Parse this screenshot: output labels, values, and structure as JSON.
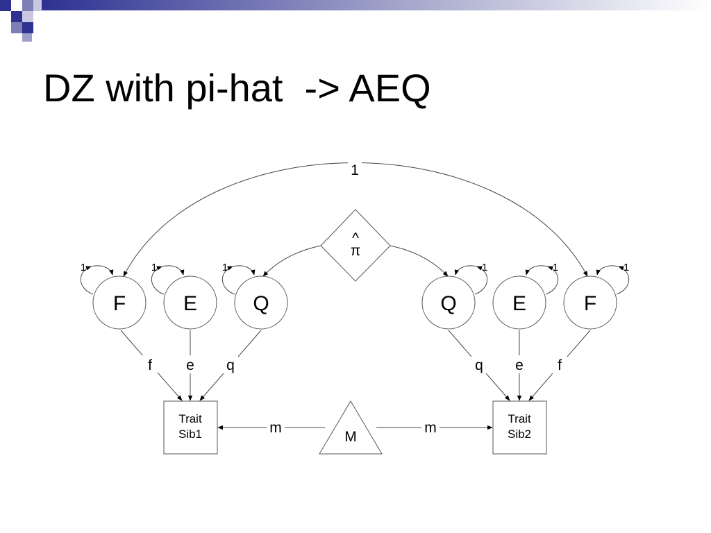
{
  "slide": {
    "title": "DZ with pi-hat  -> AEQ",
    "accent_color": "#2e3192"
  },
  "diagram": {
    "left": {
      "factors": [
        {
          "id": "F",
          "label": "F",
          "variance": "1",
          "path": "f"
        },
        {
          "id": "E",
          "label": "E",
          "variance": "1",
          "path": "e"
        },
        {
          "id": "Q",
          "label": "Q",
          "variance": "1",
          "path": "q"
        }
      ],
      "trait_line1": "Trait",
      "trait_line2": "Sib1",
      "mean_path": "m"
    },
    "right": {
      "factors": [
        {
          "id": "Q",
          "label": "Q",
          "variance": "1",
          "path": "q"
        },
        {
          "id": "E",
          "label": "E",
          "variance": "1",
          "path": "e"
        },
        {
          "id": "F",
          "label": "F",
          "variance": "1",
          "path": "f"
        }
      ],
      "trait_line1": "Trait",
      "trait_line2": "Sib2",
      "mean_path": "m"
    },
    "f_correlation": "1",
    "pihat_symbol": "^",
    "pihat_glyph": "π",
    "mean_label": "M"
  }
}
